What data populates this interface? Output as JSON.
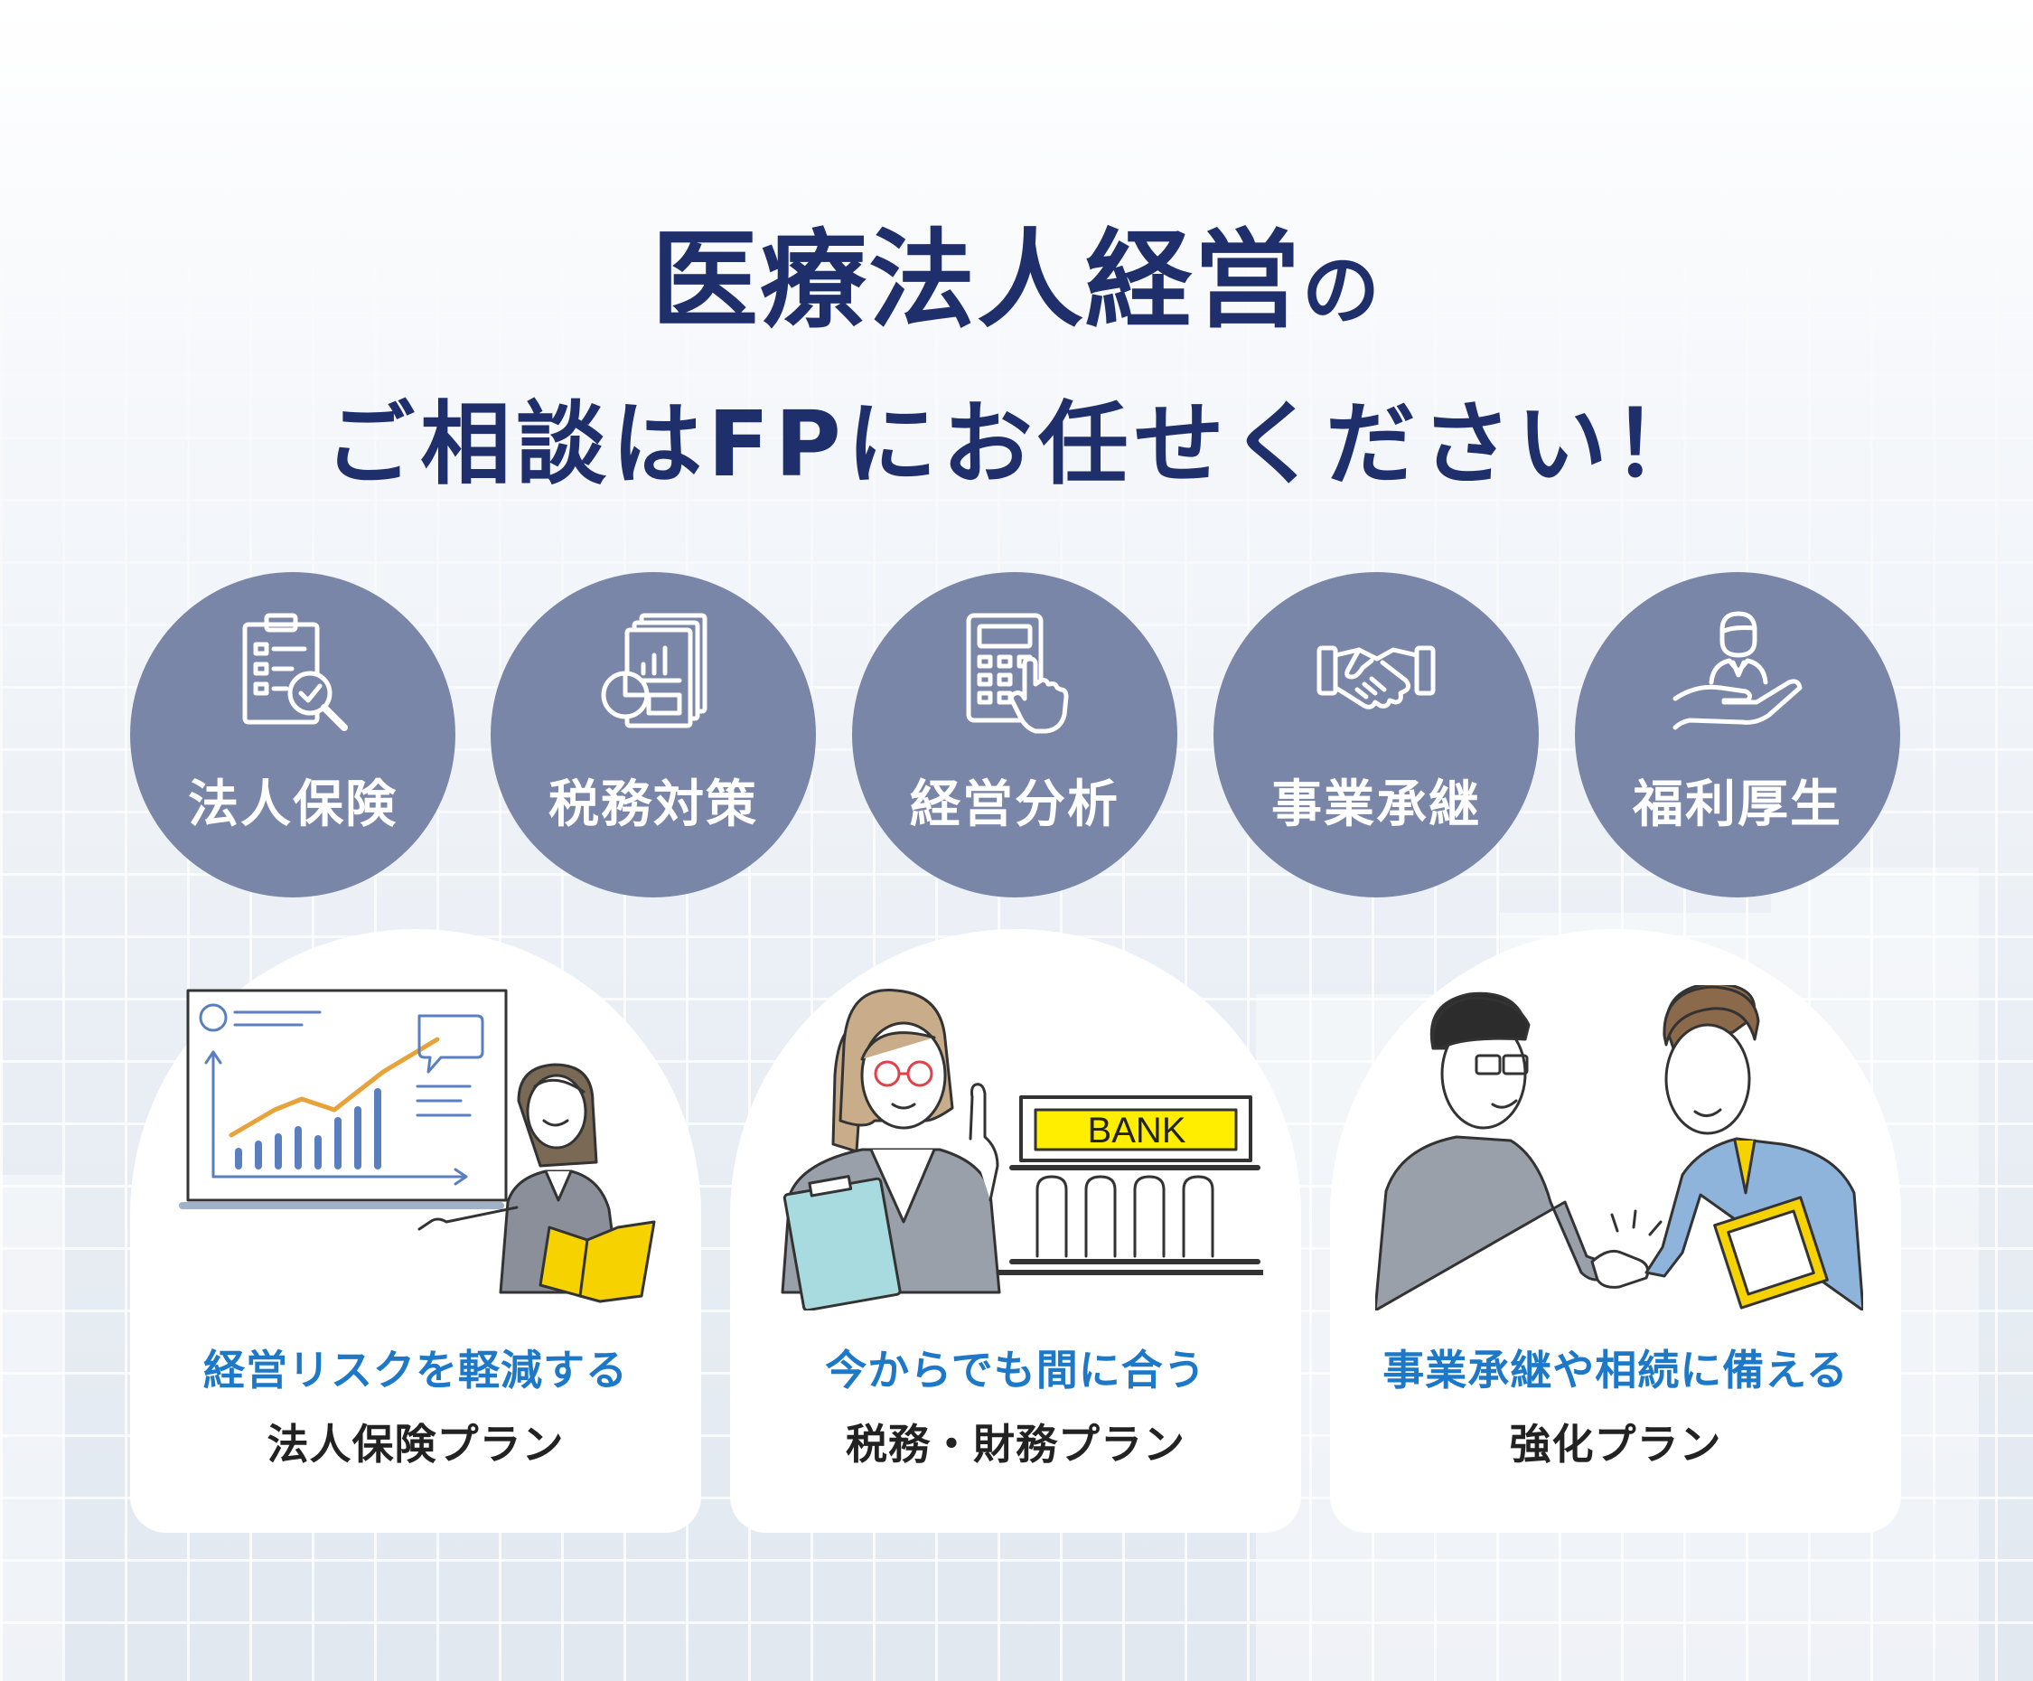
{
  "headline": {
    "line1_main": "医療法人経営",
    "line1_suffix": "の",
    "line2": "ご相談はFPにお任せください！"
  },
  "services": [
    {
      "label": "法人保険",
      "icon": "clipboard-magnifier-icon"
    },
    {
      "label": "税務対策",
      "icon": "document-chart-icon"
    },
    {
      "label": "経営分析",
      "icon": "calculator-hand-icon"
    },
    {
      "label": "事業承継",
      "icon": "handshake-icon"
    },
    {
      "label": "福利厚生",
      "icon": "person-hand-icon"
    }
  ],
  "plans": [
    {
      "tagline": "経営リスクを軽減する",
      "name": "法人保険プラン",
      "illustration": "presentation-illustration"
    },
    {
      "tagline": "今からでも間に合う",
      "name": "税務・財務プラン",
      "illustration": "bank-illustration",
      "sign": "BANK"
    },
    {
      "tagline": "事業承継や相続に備える",
      "name": "強化プラン",
      "illustration": "handshake-illustration"
    }
  ],
  "colors": {
    "headline": "#1f2f6b",
    "service_circle": "#7a86a8",
    "tagline": "#1d78c8",
    "plan_text": "#222222",
    "bank_sign": "#ffee00"
  }
}
